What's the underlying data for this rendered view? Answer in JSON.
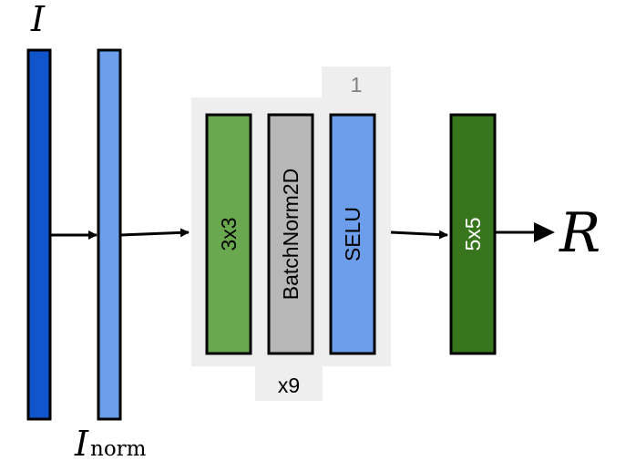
{
  "input": {
    "symbol": "I"
  },
  "normalized": {
    "symbol": "I",
    "subscript": "norm"
  },
  "output": {
    "symbol": "R"
  },
  "block": {
    "tab_label": "1",
    "repeat_label": "x9",
    "layers": [
      {
        "label": "3x3",
        "color": "#6aa84f"
      },
      {
        "label": "BatchNorm2D",
        "color": "#b7b7b7"
      },
      {
        "label": "SELU",
        "color": "#6d9eeb"
      }
    ]
  },
  "final_layer": {
    "label": "5x5",
    "color": "#38761d"
  },
  "colors": {
    "input_bar": "#1155cc",
    "norm_bar": "#6d9eeb",
    "block_background": "#eeeeee",
    "tab_text": "#808080"
  }
}
